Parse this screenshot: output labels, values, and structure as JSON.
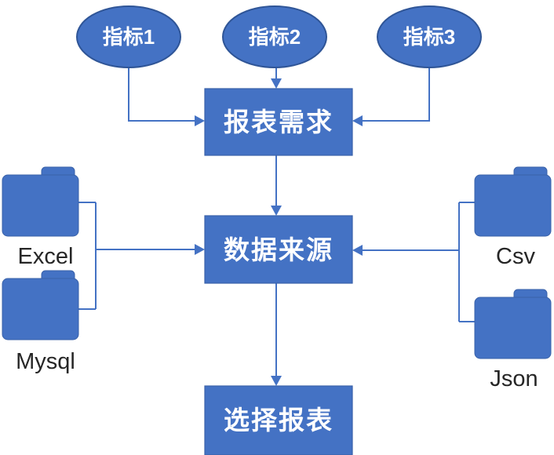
{
  "diagram": {
    "colors": {
      "shape_fill": "#4472C4",
      "shape_stroke": "#2F5597",
      "connector": "#4472C4",
      "shape_text": "#FFFFFF",
      "label_text": "#262626",
      "background": "#FFFFFF"
    },
    "ellipses": [
      {
        "label": "指标1"
      },
      {
        "label": "指标2"
      },
      {
        "label": "指标3"
      }
    ],
    "boxes": [
      {
        "label": "报表需求"
      },
      {
        "label": "数据来源"
      },
      {
        "label": "选择报表"
      }
    ],
    "folders": [
      {
        "icon": "folder-icon",
        "label": "Excel"
      },
      {
        "icon": "folder-icon",
        "label": "Mysql"
      },
      {
        "icon": "folder-icon",
        "label": "Csv"
      },
      {
        "icon": "folder-icon",
        "label": "Json"
      }
    ]
  }
}
